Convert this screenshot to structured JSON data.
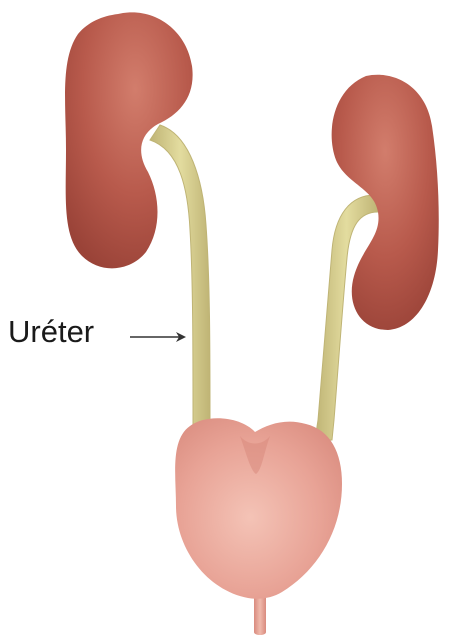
{
  "labels": {
    "ureter": "Uréter"
  },
  "colors": {
    "kidney_base": "#b85a4c",
    "kidney_dark": "#9a4338",
    "kidney_light": "#d27d6c",
    "ureter": "#d8d08e",
    "ureter_edge": "#bfb475",
    "bladder_base": "#e8a396",
    "bladder_light": "#f4c3b6",
    "bladder_dark": "#d98b7e",
    "urethra": "#e3a79a",
    "arrow": "#333333"
  },
  "icons": {
    "kidney_left": "left-kidney-illustration",
    "kidney_right": "right-kidney-illustration",
    "ureter_left": "left-ureter-tube",
    "ureter_right": "right-ureter-tube",
    "bladder": "bladder-illustration",
    "urethra": "urethra-tube",
    "arrow": "label-arrow"
  }
}
